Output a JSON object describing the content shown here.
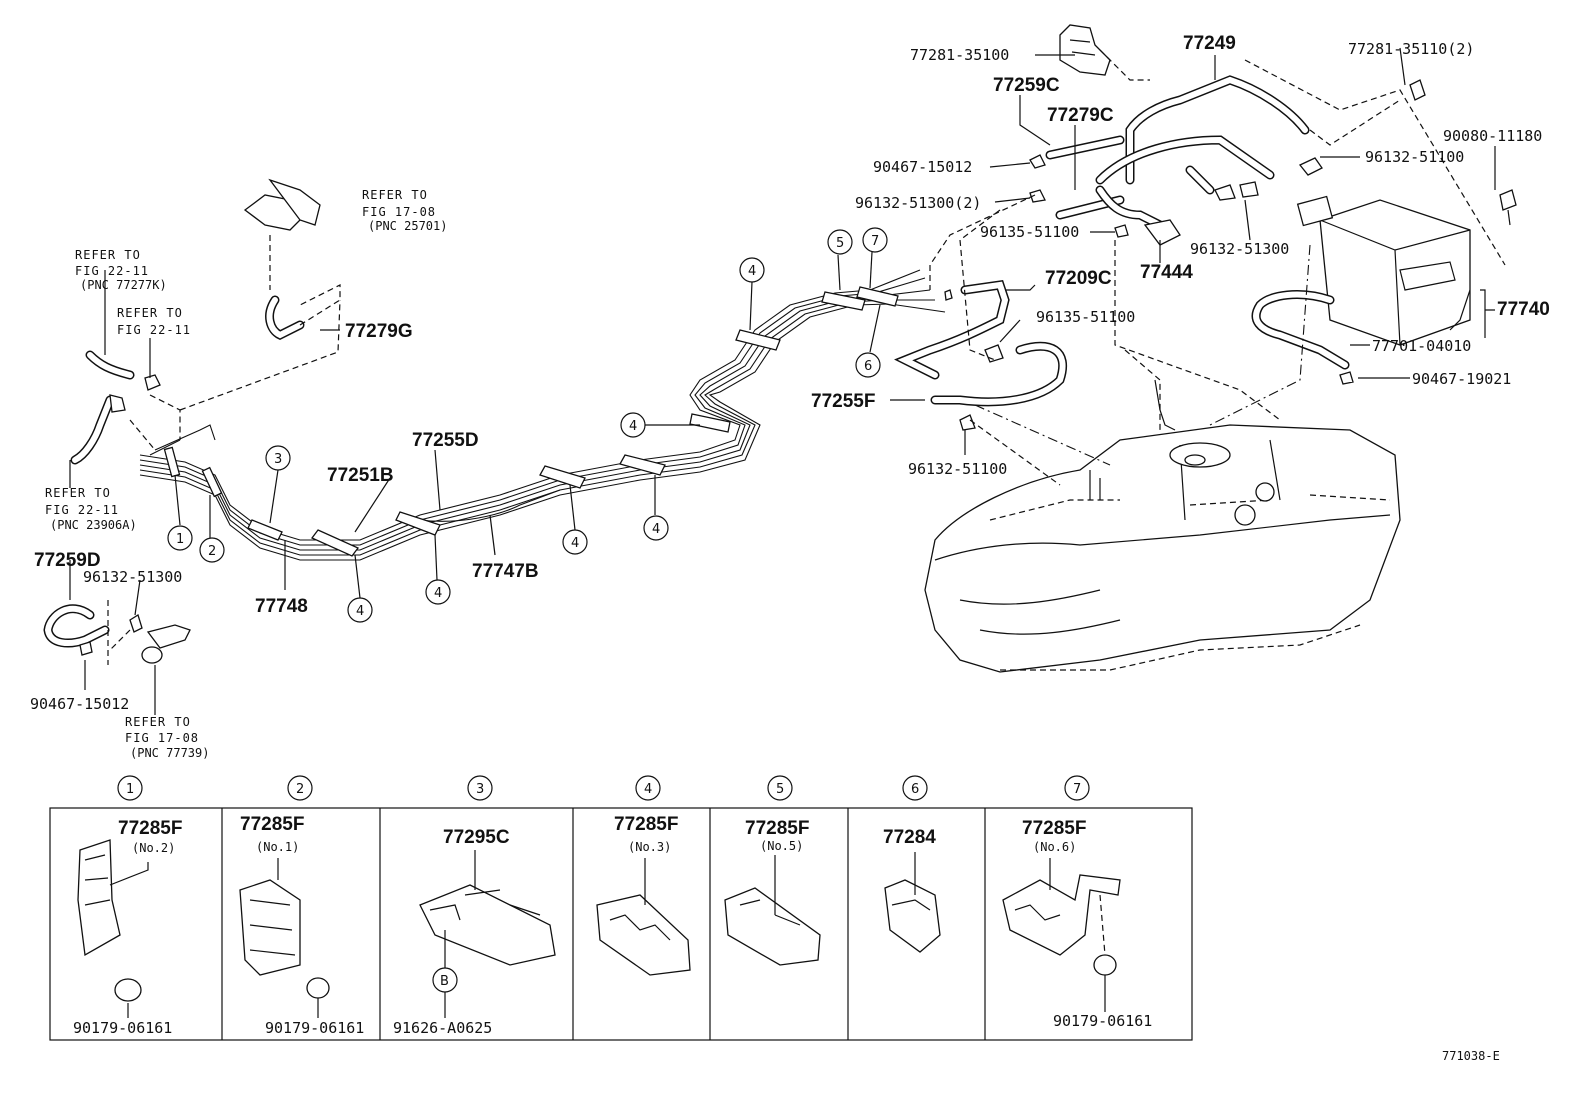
{
  "diagram_code": "771038-E",
  "refs": {
    "r1": {
      "l1": "REFER TO",
      "l2": "FIG 17-08",
      "l3": "(PNC 25701)"
    },
    "r2": {
      "l1": "REFER TO",
      "l2": "FIG 22-11",
      "l3": "(PNC 77277K)"
    },
    "r3": {
      "l1": "REFER TO",
      "l2": "FIG 22-11"
    },
    "r4": {
      "l1": "REFER TO",
      "l2": "FIG 22-11",
      "l3": "(PNC 23906A)"
    },
    "r5": {
      "l1": "REFER TO",
      "l2": "FIG 17-08",
      "l3": "(PNC 77739)"
    }
  },
  "parts": {
    "p77249": "77249",
    "p77281_35100": "77281-35100",
    "p77281_35110": "77281-35110(2)",
    "p77259C": "77259C",
    "p77279C": "77279C",
    "p90467_15012a": "90467-15012",
    "p96132_51300_2": "96132-51300(2)",
    "p96135_51100a": "96135-51100",
    "p77444": "77444",
    "p96132_51100a": "96132-51100",
    "p90080_11180": "90080-11180",
    "p96132_51300b": "96132-51300",
    "p77740": "77740",
    "p77701_04010": "77701-04010",
    "p90467_19021": "90467-19021",
    "p77209C": "77209C",
    "p96135_51100b": "96135-51100",
    "p77255F": "77255F",
    "p96132_51100b": "96132-51100",
    "p77279G": "77279G",
    "p77255D": "77255D",
    "p77251B": "77251B",
    "p77747B": "77747B",
    "p77748": "77748",
    "p77259D": "77259D",
    "p96132_51300c": "96132-51300",
    "p90467_15012b": "90467-15012"
  },
  "callouts": {
    "c1": "1",
    "c2": "2",
    "c3": "3",
    "c4": "4",
    "c5": "5",
    "c6": "6",
    "c7": "7",
    "cB": "B"
  },
  "boxes": [
    {
      "num": "1",
      "part": "77285F",
      "sub": "(No.2)",
      "bolt": "90179-06161"
    },
    {
      "num": "2",
      "part": "77285F",
      "sub": "(No.1)",
      "bolt": "90179-06161"
    },
    {
      "num": "3",
      "part": "77295C",
      "sub": "",
      "bolt": "91626-A0625"
    },
    {
      "num": "4",
      "part": "77285F",
      "sub": "(No.3)",
      "bolt": ""
    },
    {
      "num": "5",
      "part": "77285F",
      "sub": "(No.5)",
      "bolt": ""
    },
    {
      "num": "6",
      "part": "77284",
      "sub": "",
      "bolt": ""
    },
    {
      "num": "7",
      "part": "77285F",
      "sub": "(No.6)",
      "bolt": "90179-06161"
    }
  ]
}
